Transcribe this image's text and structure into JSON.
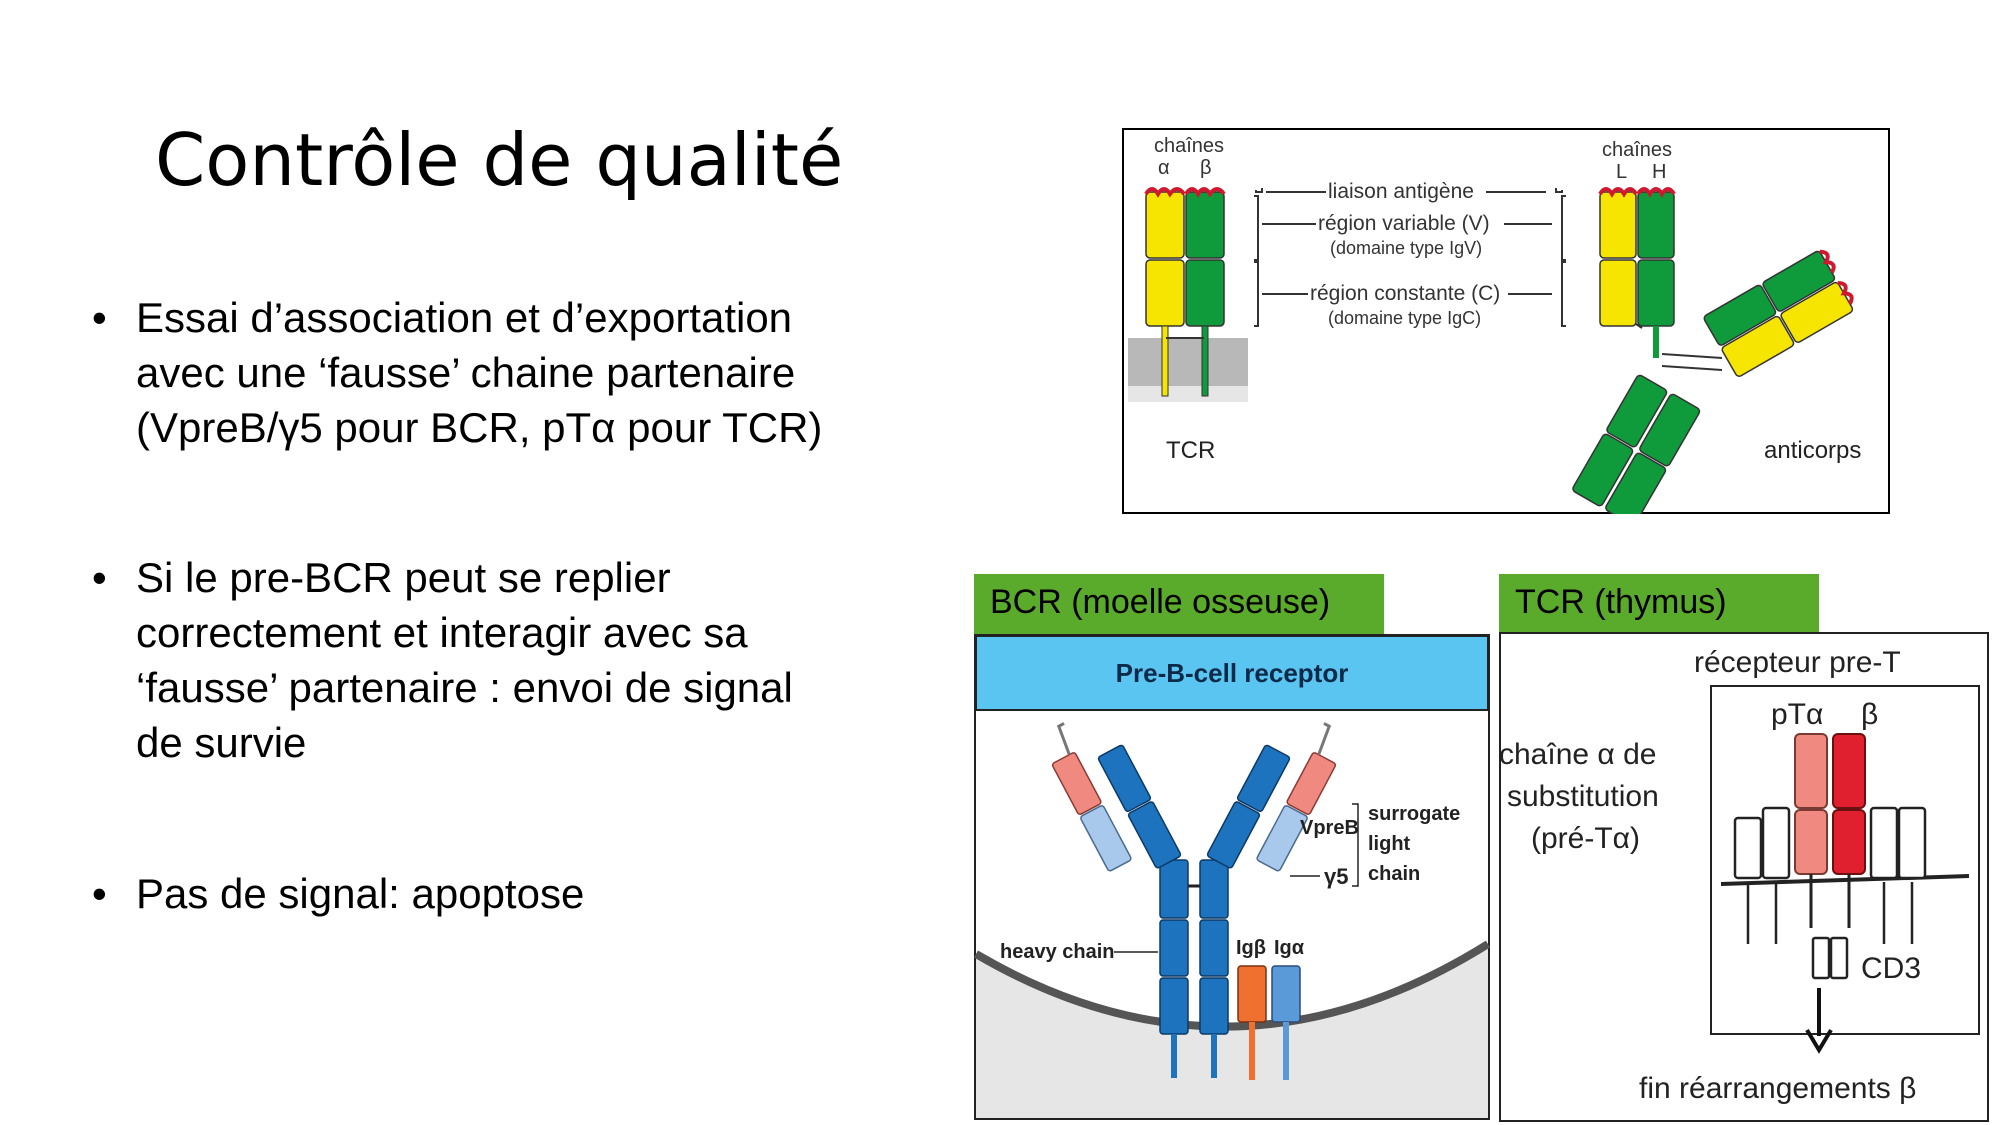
{
  "title": "Contrôle de qualité",
  "bullets": [
    {
      "lines": [
        "Essai d’association et d’exportation",
        "avec une ‘fausse’ chaine partenaire",
        "(VpreB/γ5 pour BCR, pTα pour TCR)"
      ]
    },
    {
      "lines": [
        "Si le pre-BCR peut se replier",
        "correctement et interagir avec sa",
        "‘fausse’ partenaire : envoi de signal",
        "de survie"
      ]
    },
    {
      "lines": [
        "Pas de signal: apoptose"
      ]
    }
  ],
  "top_diagram": {
    "chains_ab_label": "chaînes",
    "alpha": "α",
    "beta": "β",
    "chains_lh_label": "chaînes",
    "L": "L",
    "H": "H",
    "antigen_binding": "liaison antigène",
    "variable_region": "région variable (V)",
    "variable_domain": "(domaine type IgV)",
    "constant_region": "région constante (C)",
    "constant_domain": "(domaine type IgC)",
    "tcr": "TCR",
    "antibody": "anticorps"
  },
  "bcr": {
    "tag": "BCR (moelle osseuse)",
    "header": "Pre-B-cell receptor",
    "vpreb": "VpreB",
    "gamma5": "γ5",
    "surrogate": "surrogate",
    "light": "light",
    "chain": "chain",
    "heavy_chain": "heavy chain",
    "igb": "Igβ",
    "iga": "Igα"
  },
  "tcr_panel": {
    "tag": "TCR (thymus)",
    "pre_t_receptor": "récepteur pre-T",
    "pta": "pTα",
    "beta": "β",
    "subst_line1": "chaîne α de",
    "subst_line2": "substitution",
    "subst_line3": "(pré-Tα)",
    "cd3": "CD3",
    "end": "fin réarrangements β"
  },
  "colors": {
    "green_tag": "#5aaa2c",
    "bcr_header": "#5bc5f2",
    "yellow_chain": "#f5e500",
    "green_chain": "#0f9a3c",
    "blue_chain": "#1e73be",
    "salmon": "#f08a80",
    "light_blue": "#a8c8ec",
    "orange": "#f07030",
    "red": "#e0202e"
  }
}
